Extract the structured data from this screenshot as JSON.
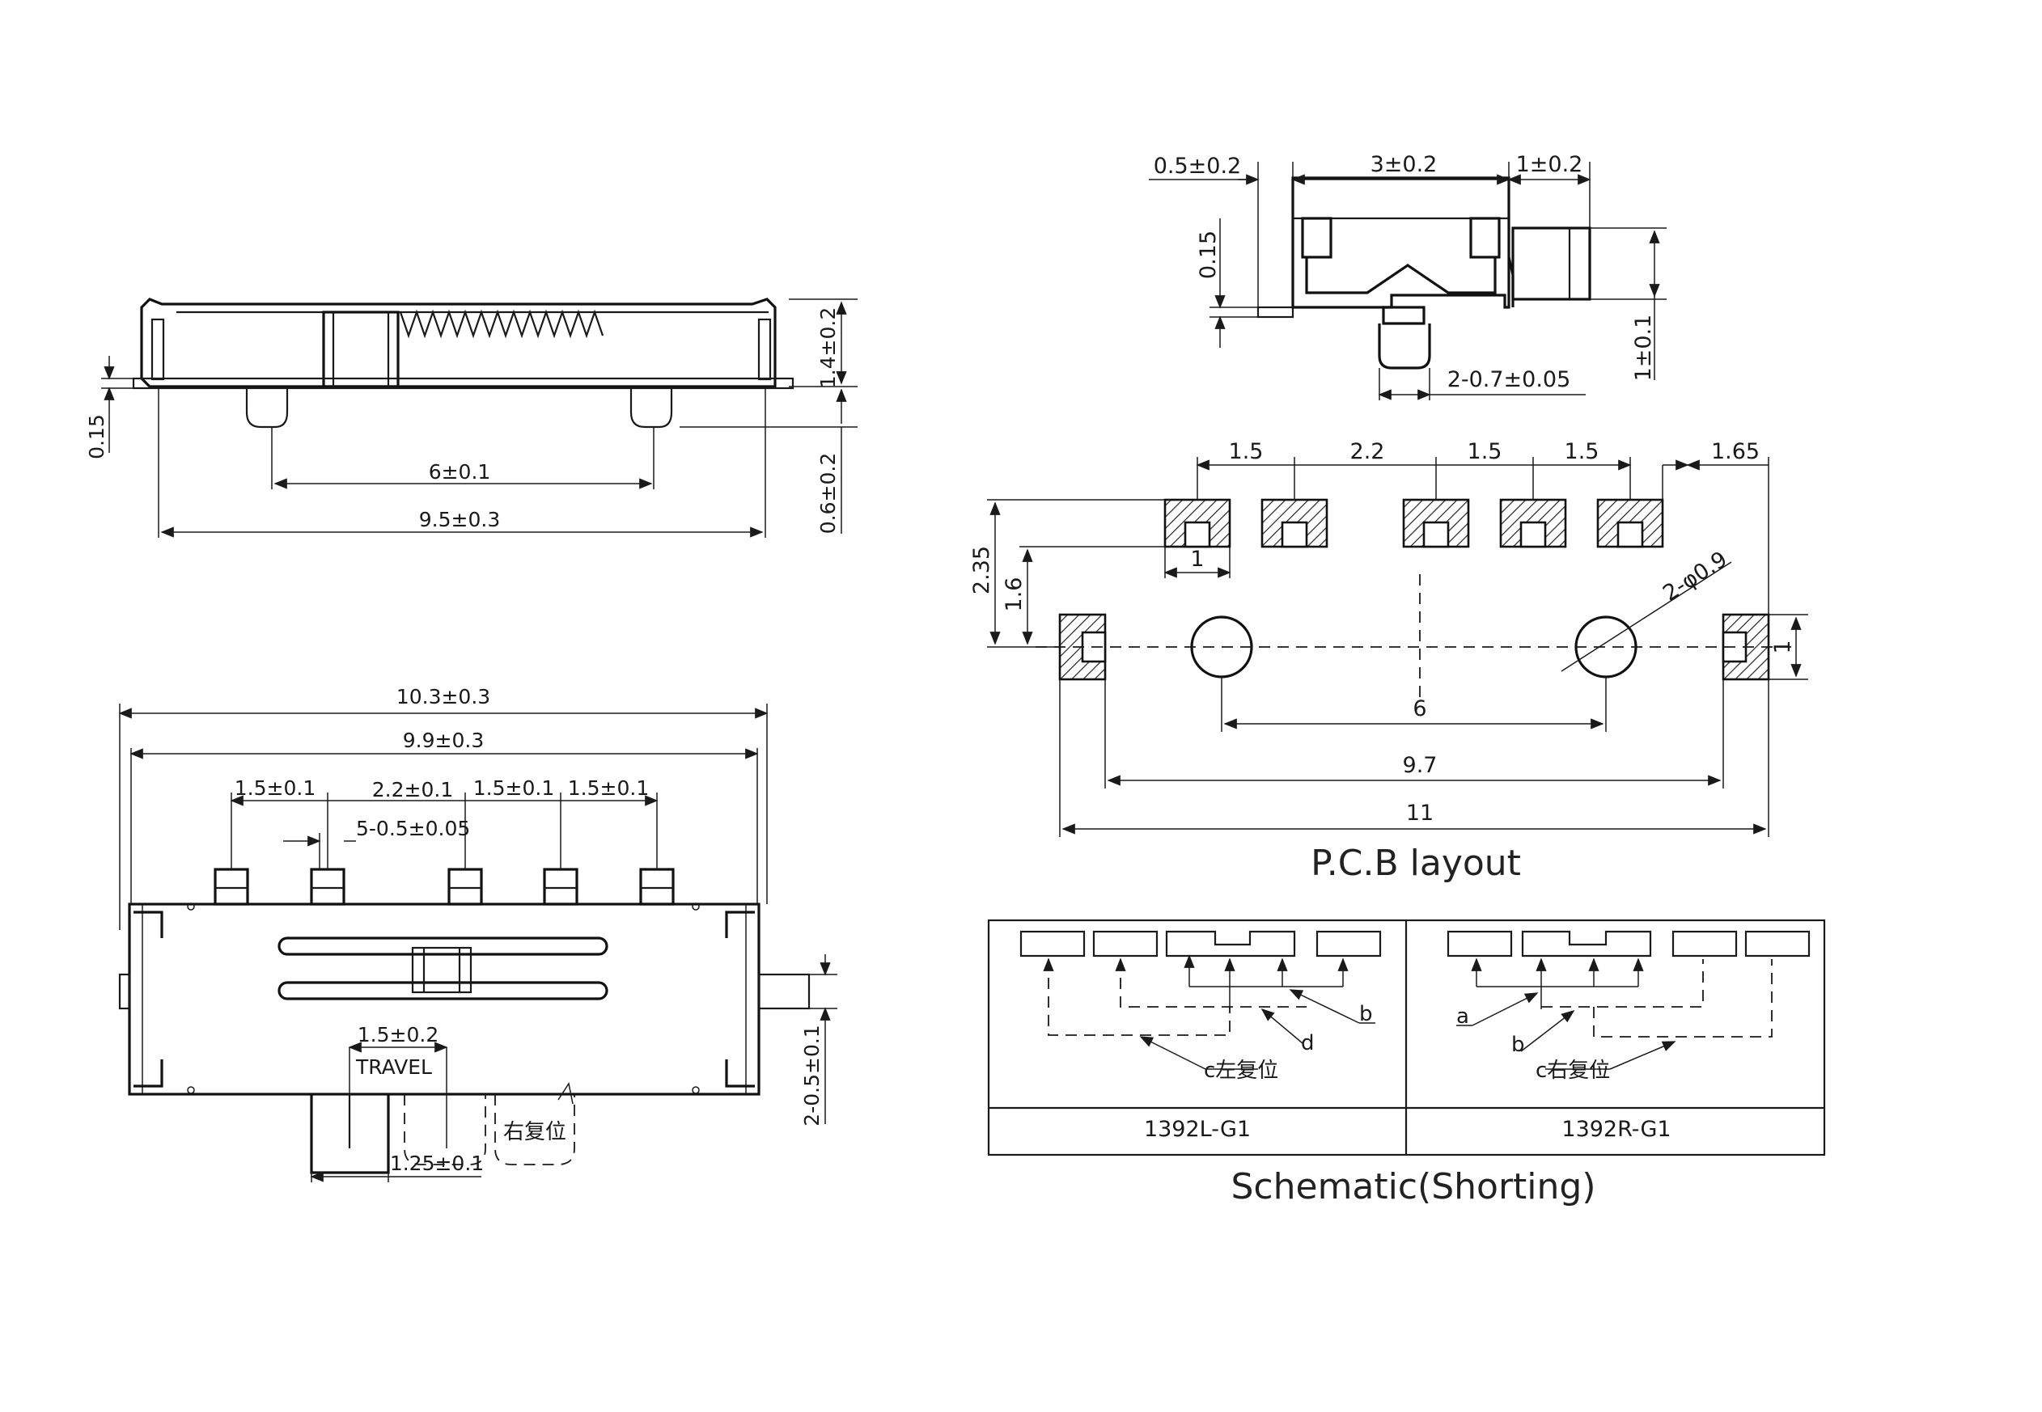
{
  "titles": {
    "pcb": "P.C.B layout",
    "schematic": "Schematic(Shorting)"
  },
  "side_view": {
    "height_total": "1.4±0.2",
    "flange": "0.15",
    "pin_height": "0.6±0.2",
    "pin_spacing": "6±0.1",
    "body_length": "9.5±0.3"
  },
  "top_view": {
    "overall_length": "10.3±0.3",
    "body_length": "9.9±0.3",
    "pitch_1": "1.5±0.1",
    "pitch_2": "2.2±0.1",
    "pitch_3": "1.5±0.1",
    "pitch_4": "1.5±0.1",
    "pin_width": "5-0.5±0.05",
    "travel_value": "1.5±0.2",
    "travel_label": "TRAVEL",
    "knob_width": "1.25±0.1",
    "reset_right": "右复位",
    "side_pin": "2-0.5±0.1"
  },
  "end_view": {
    "left_gap": "0.5±0.2",
    "width": "3±0.2",
    "right_gap": "1±0.2",
    "flange": "0.15",
    "knob_height": "1±0.1",
    "pin_width": "2-0.7±0.05"
  },
  "pcb": {
    "pitch_1": "1.5",
    "pitch_2": "2.2",
    "pitch_3": "1.5",
    "pitch_4": "1.5",
    "edge": "1.65",
    "pad_width": "1",
    "row_offset": "2.35",
    "pad_offset": "1.6",
    "hole": "2-φ0.9",
    "side_pad": "1",
    "hole_spacing": "6",
    "side_pad_spacing": "9.7",
    "overall": "11"
  },
  "schematic": {
    "left_model": "1392L-G1",
    "right_model": "1392R-G1",
    "left_reset": "c左复位",
    "right_reset": "c右复位",
    "label_a": "a",
    "label_b": "b",
    "label_d": "d"
  }
}
